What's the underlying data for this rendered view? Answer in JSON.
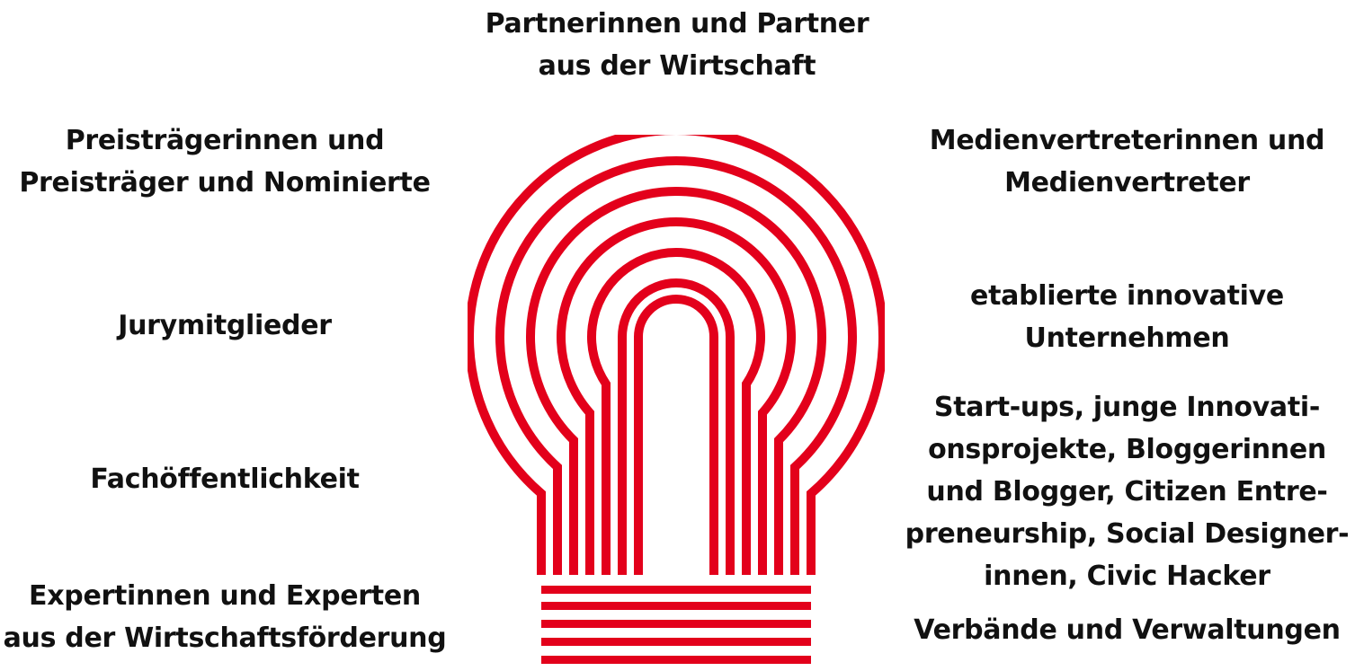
{
  "brand": {
    "accent_color": "#e3001b"
  },
  "diagram": {
    "center_icon": "light-bulb-icon",
    "groups": {
      "top": [
        "Partnerinnen und Partner",
        "aus der Wirtschaft"
      ],
      "left": [
        [
          "Preisträgerinnen und",
          "Preisträger und Nominierte"
        ],
        [
          "Jurymitglieder"
        ],
        [
          "Fachöffentlichkeit"
        ],
        [
          "Expertinnen und Experten",
          "aus der Wirtschaftsförderung"
        ]
      ],
      "right": [
        [
          "Medienvertreterinnen und",
          "Medienvertreter"
        ],
        [
          "etablierte innovative",
          "Unternehmen"
        ],
        [
          "Start-ups, junge Innovati-",
          "onsprojekte, Bloggerinnen",
          "und Blogger, Citizen Entre-",
          "preneurship, Social Designer-",
          "innen, Civic Hacker"
        ],
        [
          "Verbände und Verwaltungen"
        ]
      ]
    }
  }
}
